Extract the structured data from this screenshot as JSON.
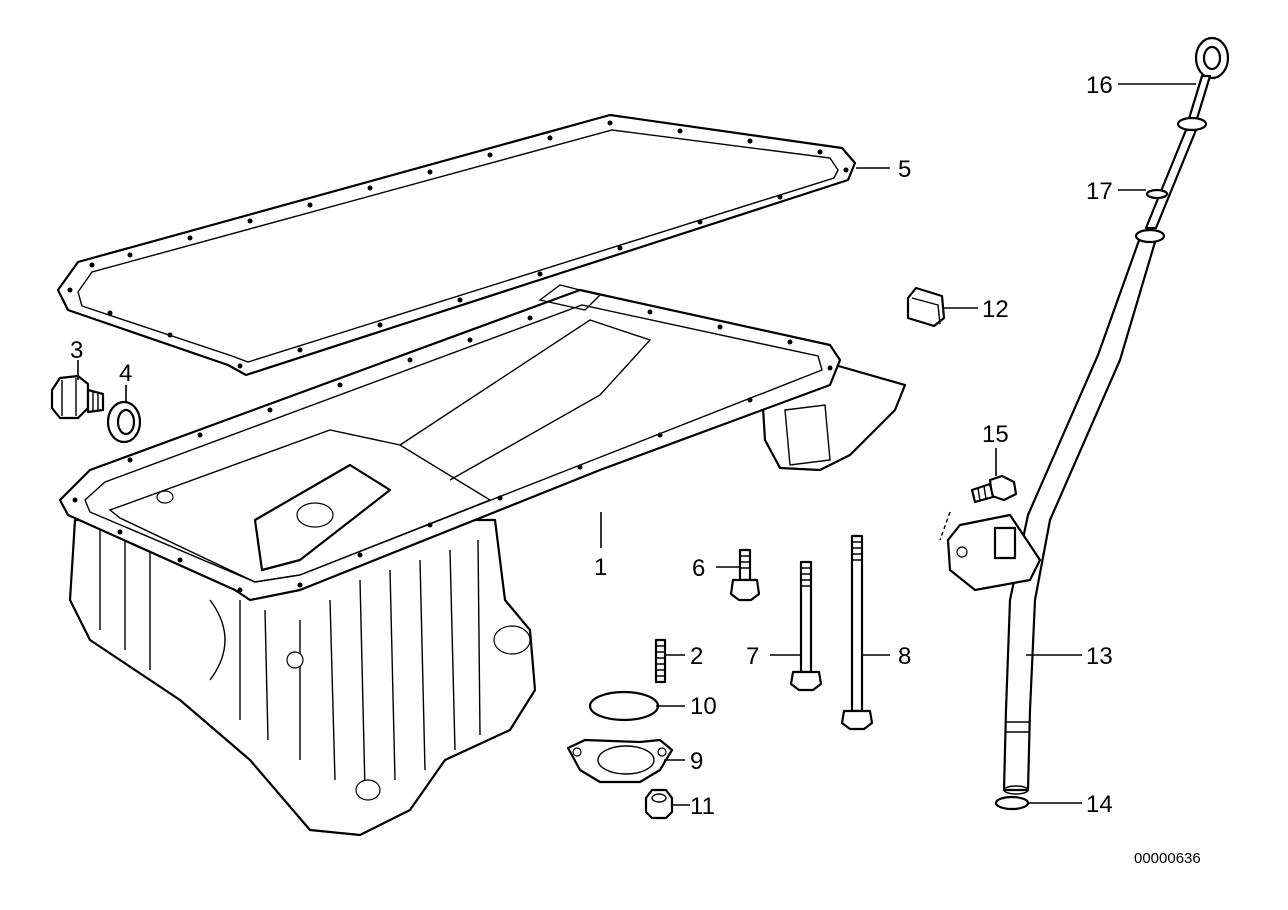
{
  "callouts": [
    {
      "id": "1",
      "label": "1"
    },
    {
      "id": "2",
      "label": "2"
    },
    {
      "id": "3",
      "label": "3"
    },
    {
      "id": "4",
      "label": "4"
    },
    {
      "id": "5",
      "label": "5"
    },
    {
      "id": "6",
      "label": "6"
    },
    {
      "id": "7",
      "label": "7"
    },
    {
      "id": "8",
      "label": "8"
    },
    {
      "id": "9",
      "label": "9"
    },
    {
      "id": "10",
      "label": "10"
    },
    {
      "id": "11",
      "label": "11"
    },
    {
      "id": "12",
      "label": "12"
    },
    {
      "id": "13",
      "label": "13"
    },
    {
      "id": "14",
      "label": "14"
    },
    {
      "id": "15",
      "label": "15"
    },
    {
      "id": "16",
      "label": "16"
    },
    {
      "id": "17",
      "label": "17"
    }
  ],
  "diagram_code": "00000636"
}
